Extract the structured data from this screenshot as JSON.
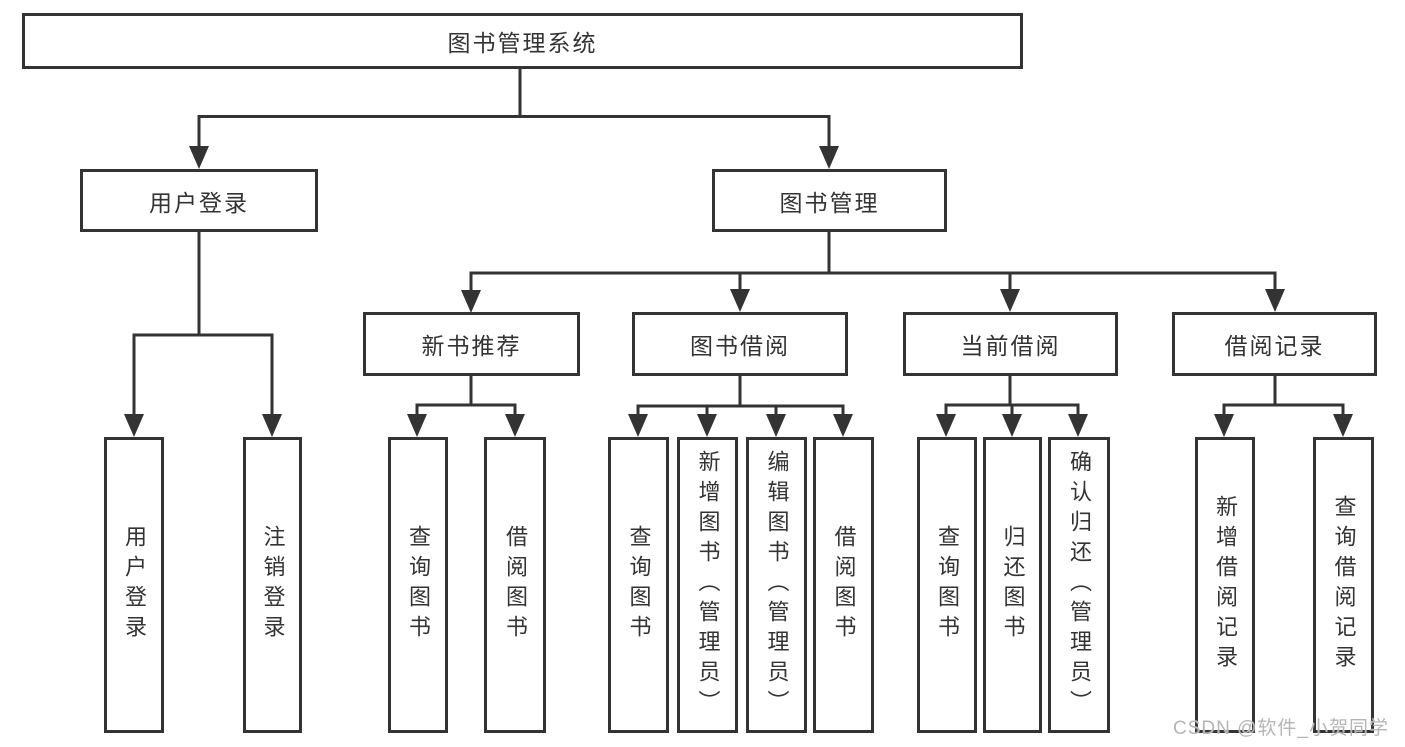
{
  "tree": {
    "root": "图书管理系统",
    "children": [
      {
        "label": "用户登录",
        "children": [
          {
            "label": "用户登录"
          },
          {
            "label": "注销登录"
          }
        ]
      },
      {
        "label": "图书管理",
        "children": [
          {
            "label": "新书推荐",
            "children": [
              {
                "label": "查询图书"
              },
              {
                "label": "借阅图书"
              }
            ]
          },
          {
            "label": "图书借阅",
            "children": [
              {
                "label": "查询图书"
              },
              {
                "label": "新增图书（管理员）"
              },
              {
                "label": "编辑图书（管理员）"
              },
              {
                "label": "借阅图书"
              }
            ]
          },
          {
            "label": "当前借阅",
            "children": [
              {
                "label": "查询图书"
              },
              {
                "label": "归还图书"
              },
              {
                "label": "确认归还（管理员）"
              }
            ]
          },
          {
            "label": "借阅记录",
            "children": [
              {
                "label": "新增借阅记录"
              },
              {
                "label": "查询借阅记录"
              }
            ]
          }
        ]
      }
    ]
  },
  "watermark": "CSDN @软件_小贺同学",
  "colors": {
    "line": "#333333",
    "text": "#333333",
    "background": "#ffffff",
    "watermark": "#b5b5b5"
  }
}
